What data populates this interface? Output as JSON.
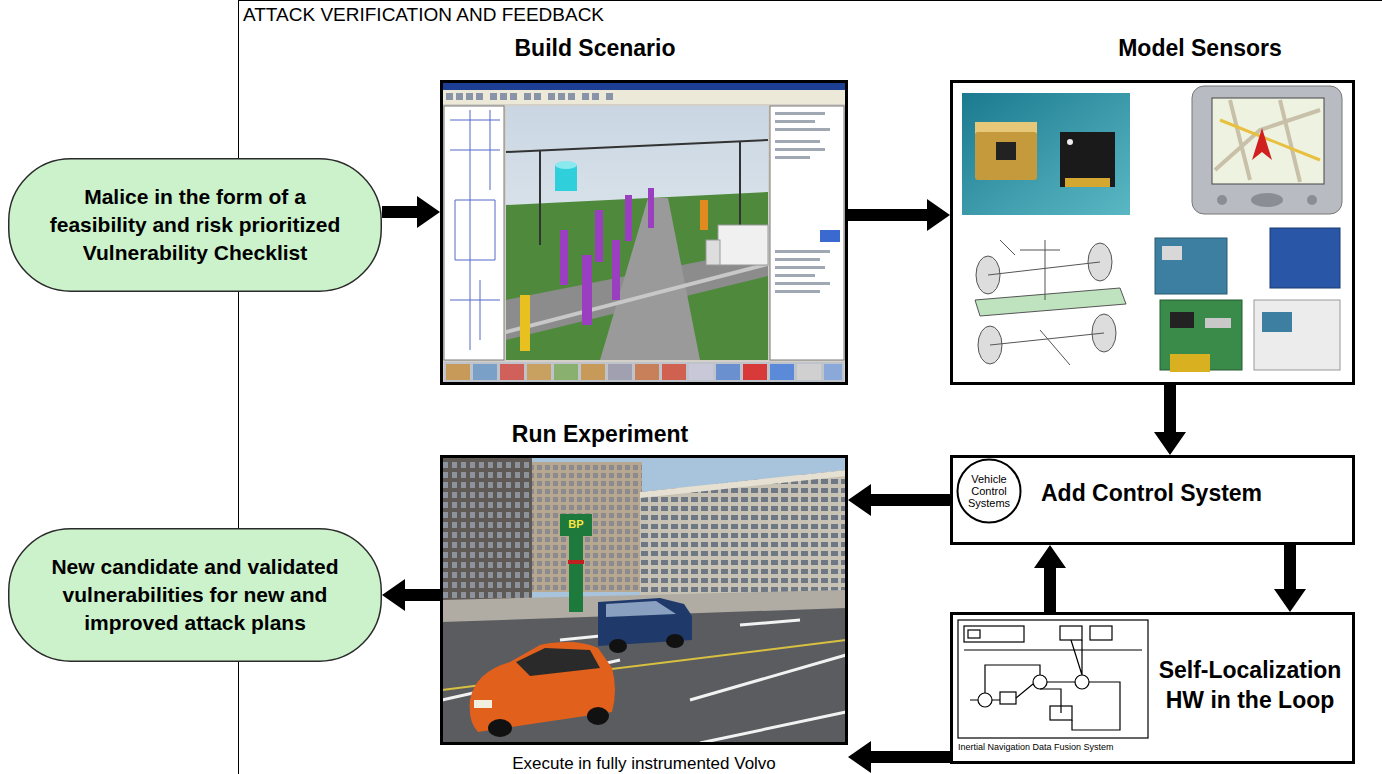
{
  "diagram": {
    "nodes": [
      {
        "text": [
          "ATTACK VERIFICATION AND FEEDBACK"
        ]
      },
      {
        "text": [
          "Malice in the form of a feasibility and risk prioritized Vulnerability Checklist"
        ]
      },
      {
        "text": [
          "Build Scenario"
        ],
        "in": 0
      },
      {
        "text": [
          "Model Sensors"
        ],
        "in": 0
      },
      {
        "text": [
          "Run Experiment",
          "Execute in fully instrumented Volvo"
        ],
        "in": 0
      },
      {
        "text": [
          "Add Control System"
        ],
        "in": 0
      },
      {
        "text": [
          "Vehicle Control Systems"
        ],
        "in": 5
      },
      {
        "text": [
          "Self-Localization HW in the Loop",
          "Inertial Navigation Data Fusion System"
        ],
        "in": 0
      },
      {
        "text": [
          "New candidate and validated vulnerabilities for new and improved attack plans"
        ]
      }
    ],
    "edges": [
      {
        "from": 1,
        "to": 2,
        "arrow": "to"
      },
      {
        "from": 2,
        "to": 3,
        "arrow": "to"
      },
      {
        "from": 3,
        "to": 5,
        "arrow": "to"
      },
      {
        "from": 5,
        "to": 4,
        "arrow": "to"
      },
      {
        "from": 5,
        "to": 7,
        "arrow": "to"
      },
      {
        "from": 7,
        "to": 5,
        "arrow": "to"
      },
      {
        "from": 7,
        "to": 4,
        "arrow": "to"
      },
      {
        "from": 4,
        "to": 8,
        "arrow": "to"
      }
    ],
    "labels": [
      "BP"
    ]
  }
}
